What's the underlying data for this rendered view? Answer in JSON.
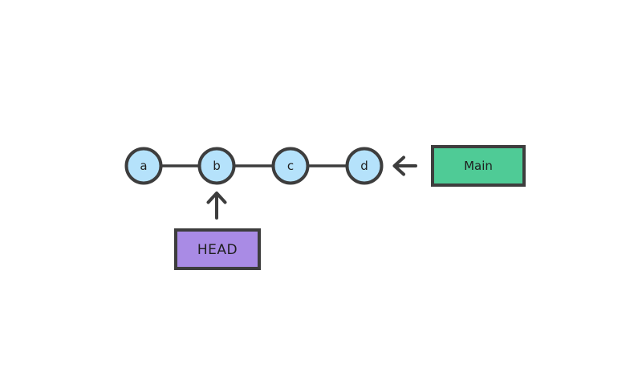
{
  "diagram": {
    "type": "git-commit-graph",
    "background": "#ffffff",
    "stroke_color": "#3d3d3d",
    "node_fill_color": "#b5e2fb",
    "nodes": [
      {
        "label": "a"
      },
      {
        "label": "b"
      },
      {
        "label": "c"
      },
      {
        "label": "d"
      }
    ],
    "edges": [
      {
        "from": "a",
        "to": "b"
      },
      {
        "from": "b",
        "to": "c"
      },
      {
        "from": "c",
        "to": "d"
      }
    ],
    "branch_ref": {
      "text": "Main",
      "fill_color": "#4fcb96",
      "points_to": "d",
      "arrow_direction": "left"
    },
    "head_ref": {
      "text": "HEAD",
      "fill_color": "#a98be5",
      "points_to": "b",
      "arrow_direction": "up"
    }
  }
}
